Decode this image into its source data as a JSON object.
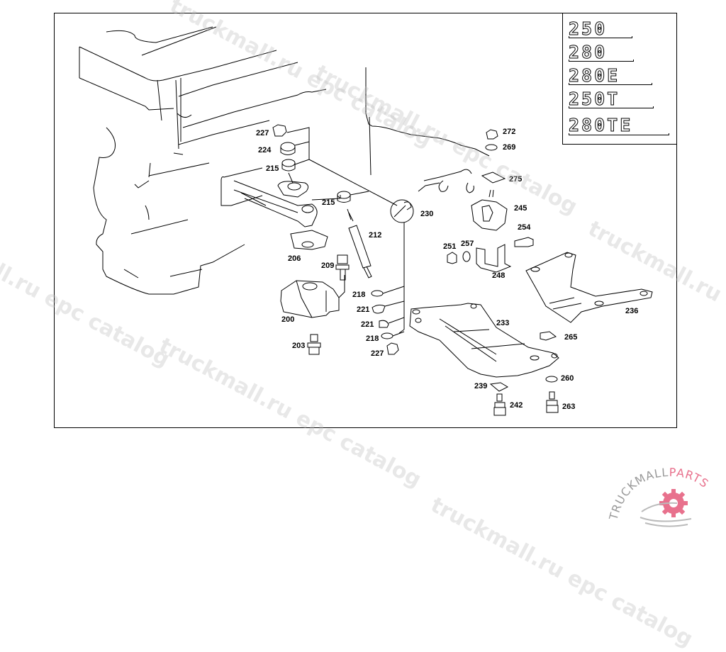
{
  "diagram": {
    "type": "exploded parts diagram",
    "subject": "engine mounting / transmission crossmember",
    "model_badges": [
      "250",
      "280",
      "280E",
      "250T",
      "280TE"
    ],
    "callouts": [
      {
        "id": "227",
        "part": "nut (upper)"
      },
      {
        "id": "224",
        "part": "buffer"
      },
      {
        "id": "215",
        "part": "rubber bushing (upper)"
      },
      {
        "id": "215b",
        "label": "215",
        "part": "rubber bushing (shock)"
      },
      {
        "id": "212",
        "part": "shock absorber"
      },
      {
        "id": "230",
        "part": "tool / wrench symbol"
      },
      {
        "id": "206",
        "part": "bracket plate"
      },
      {
        "id": "209",
        "part": "bolt with washer"
      },
      {
        "id": "200",
        "part": "engine mount"
      },
      {
        "id": "203",
        "part": "stud"
      },
      {
        "id": "218",
        "part": "washer"
      },
      {
        "id": "221",
        "part": "rubber cup"
      },
      {
        "id": "221b",
        "label": "221",
        "part": "rubber cup"
      },
      {
        "id": "218b",
        "label": "218",
        "part": "washer"
      },
      {
        "id": "227b",
        "label": "227",
        "part": "nut (lower)"
      },
      {
        "id": "272",
        "part": "nut"
      },
      {
        "id": "269",
        "part": "washer"
      },
      {
        "id": "275",
        "part": "plate"
      },
      {
        "id": "245",
        "part": "transmission mount"
      },
      {
        "id": "254",
        "part": "bolt"
      },
      {
        "id": "251",
        "part": "nut"
      },
      {
        "id": "257",
        "part": "washer"
      },
      {
        "id": "248",
        "part": "bracket"
      },
      {
        "id": "236",
        "part": "crossmember (estate)"
      },
      {
        "id": "233",
        "part": "crossmember"
      },
      {
        "id": "265",
        "part": "clip"
      },
      {
        "id": "239",
        "part": "plate"
      },
      {
        "id": "260",
        "part": "washer"
      },
      {
        "id": "242",
        "part": "bolt"
      },
      {
        "id": "263",
        "part": "bolt"
      }
    ]
  },
  "labels": {
    "l227a": "227",
    "l224": "224",
    "l215a": "215",
    "l215b": "215",
    "l212": "212",
    "l230": "230",
    "l206": "206",
    "l209": "209",
    "l200": "200",
    "l203": "203",
    "l218a": "218",
    "l221a": "221",
    "l221b": "221",
    "l218b": "218",
    "l227b": "227",
    "l272": "272",
    "l269": "269",
    "l275": "275",
    "l245": "245",
    "l254": "254",
    "l251": "251",
    "l257": "257",
    "l248": "248",
    "l236": "236",
    "l233": "233",
    "l265": "265",
    "l239": "239",
    "l260": "260",
    "l242": "242",
    "l263": "263"
  },
  "watermark": {
    "text": "truckmall.ru epc catalog",
    "logo_text_dark": "TRUCKMALL",
    "logo_text_accent": "PARTS",
    "accent_color": "#e8718d",
    "gray_color": "#9a9a9a"
  }
}
